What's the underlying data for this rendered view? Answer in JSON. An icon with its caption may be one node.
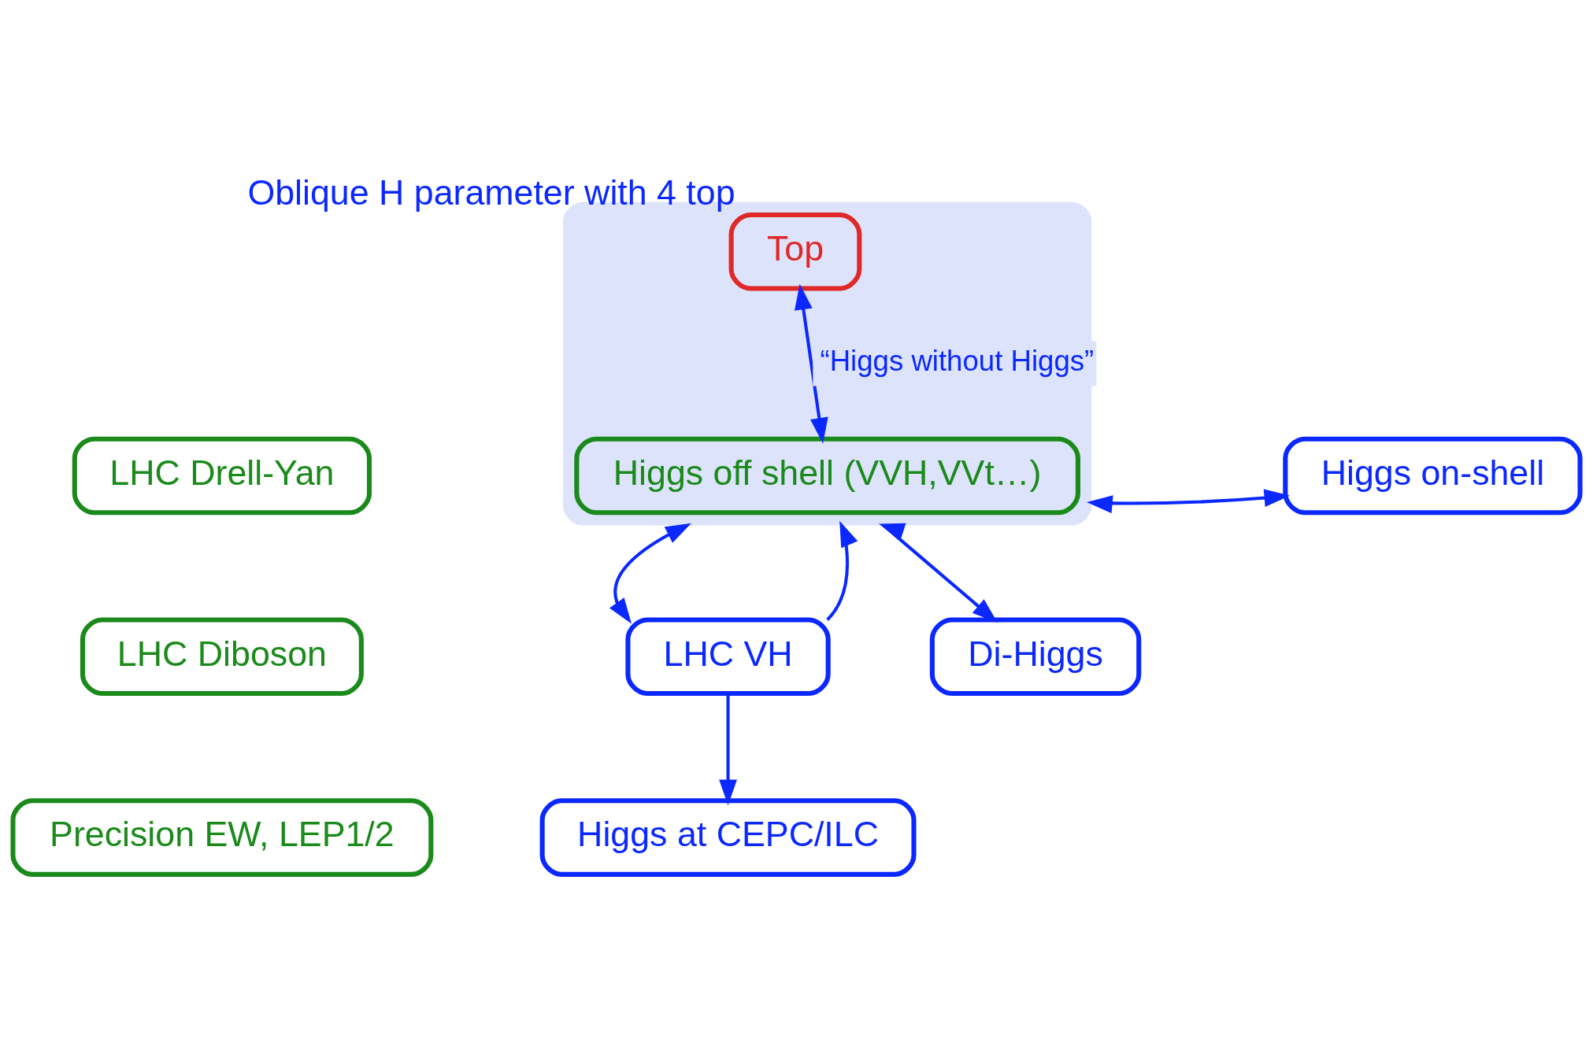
{
  "diagram": {
    "nodes": [
      {
        "text": [],
        "shape": "box"
      },
      {
        "text": [
          "Top"
        ],
        "in": 0,
        "beside": [
          "Oblique H parameter with 4 top"
        ]
      },
      {
        "text": [
          "LHC Drell-Yan"
        ]
      },
      {
        "text": [
          "Higgs off shell (VVH,VVt…)"
        ],
        "in": 0
      },
      {
        "text": [
          "Higgs on-shell"
        ]
      },
      {
        "text": [
          "LHC Diboson"
        ]
      },
      {
        "text": [
          "LHC VH"
        ]
      },
      {
        "text": [
          "Di-Higgs"
        ]
      },
      {
        "text": [
          "Precision EW, LEP1/2"
        ]
      },
      {
        "text": [
          "Higgs at CEPC/ILC"
        ]
      }
    ],
    "edges": [
      {
        "from": 1,
        "to": 3,
        "arrow": "both",
        "label": "“Higgs without Higgs”"
      },
      {
        "from": 0,
        "to": 4,
        "arrow": "both"
      },
      {
        "from": 0,
        "to": 6,
        "arrow": "both"
      },
      {
        "from": 6,
        "to": 0,
        "arrow": "to"
      },
      {
        "from": 0,
        "to": 7,
        "arrow": "both"
      },
      {
        "from": 6,
        "to": 9,
        "arrow": "to"
      }
    ]
  }
}
